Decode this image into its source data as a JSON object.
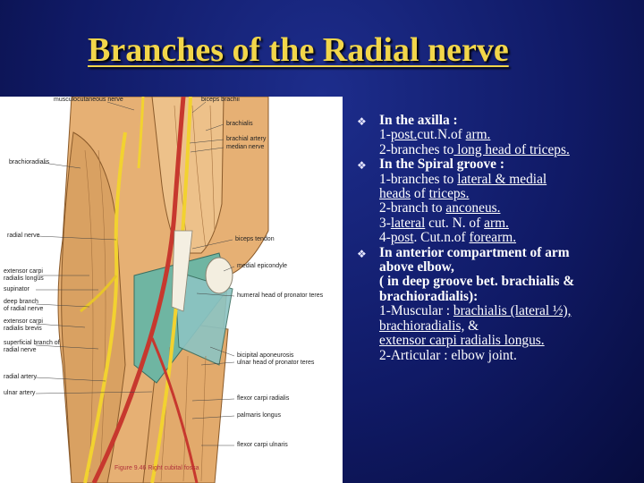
{
  "title": "Branches of the Radial nerve",
  "figure": {
    "labels": {
      "musculocutaneous": "musculocutaneous nerve",
      "biceps": "biceps brachii",
      "brachialis": "brachialis",
      "brachial_artery": "brachial artery",
      "median_nerve": "median nerve",
      "brachioradialis": "brachioradialis",
      "radial_nerve": "radial nerve",
      "biceps_tendon": "biceps tendon",
      "medial_epicondyle": "medial epicondyle",
      "ecrl_1": "extensor carpi",
      "ecrl_2": "radialis longus",
      "supinator": "supinator",
      "deep_branch_1": "deep branch",
      "deep_branch_2": "of radial nerve",
      "humeral_head": "humeral head of pronator teres",
      "ecrb_1": "extensor carpi",
      "ecrb_2": "radialis brevis",
      "superficial_1": "superficial branch of",
      "superficial_2": "radial nerve",
      "bicipital_aponeurosis": "bicipital aponeurosis",
      "ulnar_head": "ulnar head of pronator teres",
      "radial_artery": "radial artery",
      "ulnar_artery": "ulnar artery",
      "fcr": "flexor carpi radialis",
      "palmaris": "palmaris longus",
      "fcu": "flexor carpi ulnaris",
      "caption": "Figure 9.46   Right cubital fossa"
    }
  },
  "bullets": [
    {
      "lines": [
        [
          {
            "t": "In the axilla :",
            "b": true
          }
        ],
        [
          {
            "t": "1-"
          },
          {
            "t": "post.",
            "u": true
          },
          {
            "t": "cut.N.of "
          },
          {
            "t": "arm.",
            "u": true
          }
        ],
        [
          {
            "t": "2-branches to"
          },
          {
            "t": " long head of triceps.",
            "u": true
          }
        ]
      ]
    },
    {
      "lines": [
        [
          {
            "t": "In the Spiral groove :",
            "b": true
          }
        ],
        [
          {
            "t": "1-branches to "
          },
          {
            "t": "lateral & medial",
            "u": true
          }
        ],
        [
          {
            "t": "heads",
            "u": true
          },
          {
            "t": " of "
          },
          {
            "t": "triceps.",
            "u": true
          }
        ],
        [
          {
            "t": "2-branch to "
          },
          {
            "t": "anconeus.",
            "u": true
          }
        ],
        [
          {
            "t": " 3-"
          },
          {
            "t": "lateral",
            "u": true
          },
          {
            "t": " cut. N. of "
          },
          {
            "t": "arm.",
            "u": true
          }
        ],
        [
          {
            "t": " 4-"
          },
          {
            "t": "post",
            "u": true
          },
          {
            "t": ". Cut.n.of "
          },
          {
            "t": "forearm.",
            "u": true
          }
        ]
      ]
    },
    {
      "lines": [
        [
          {
            "t": "In anterior compartment of arm",
            "b": true
          }
        ],
        [
          {
            "t": "above elbow,",
            "b": true
          }
        ],
        [
          {
            "t": "( in deep groove bet. brachialis &",
            "b": true
          }
        ],
        [
          {
            "t": "brachioradialis):",
            "b": true
          }
        ],
        [
          {
            "t": "1-Muscular : "
          },
          {
            "t": "brachialis (lateral ½),",
            "u": true
          }
        ],
        [
          {
            "t": "brachioradialis,",
            "u": true
          },
          {
            "t": " &"
          }
        ],
        [
          {
            "t": "extensor carpi radialis longus.",
            "u": true
          }
        ],
        [
          {
            "t": "2-Articular : elbow joint."
          }
        ]
      ]
    }
  ]
}
